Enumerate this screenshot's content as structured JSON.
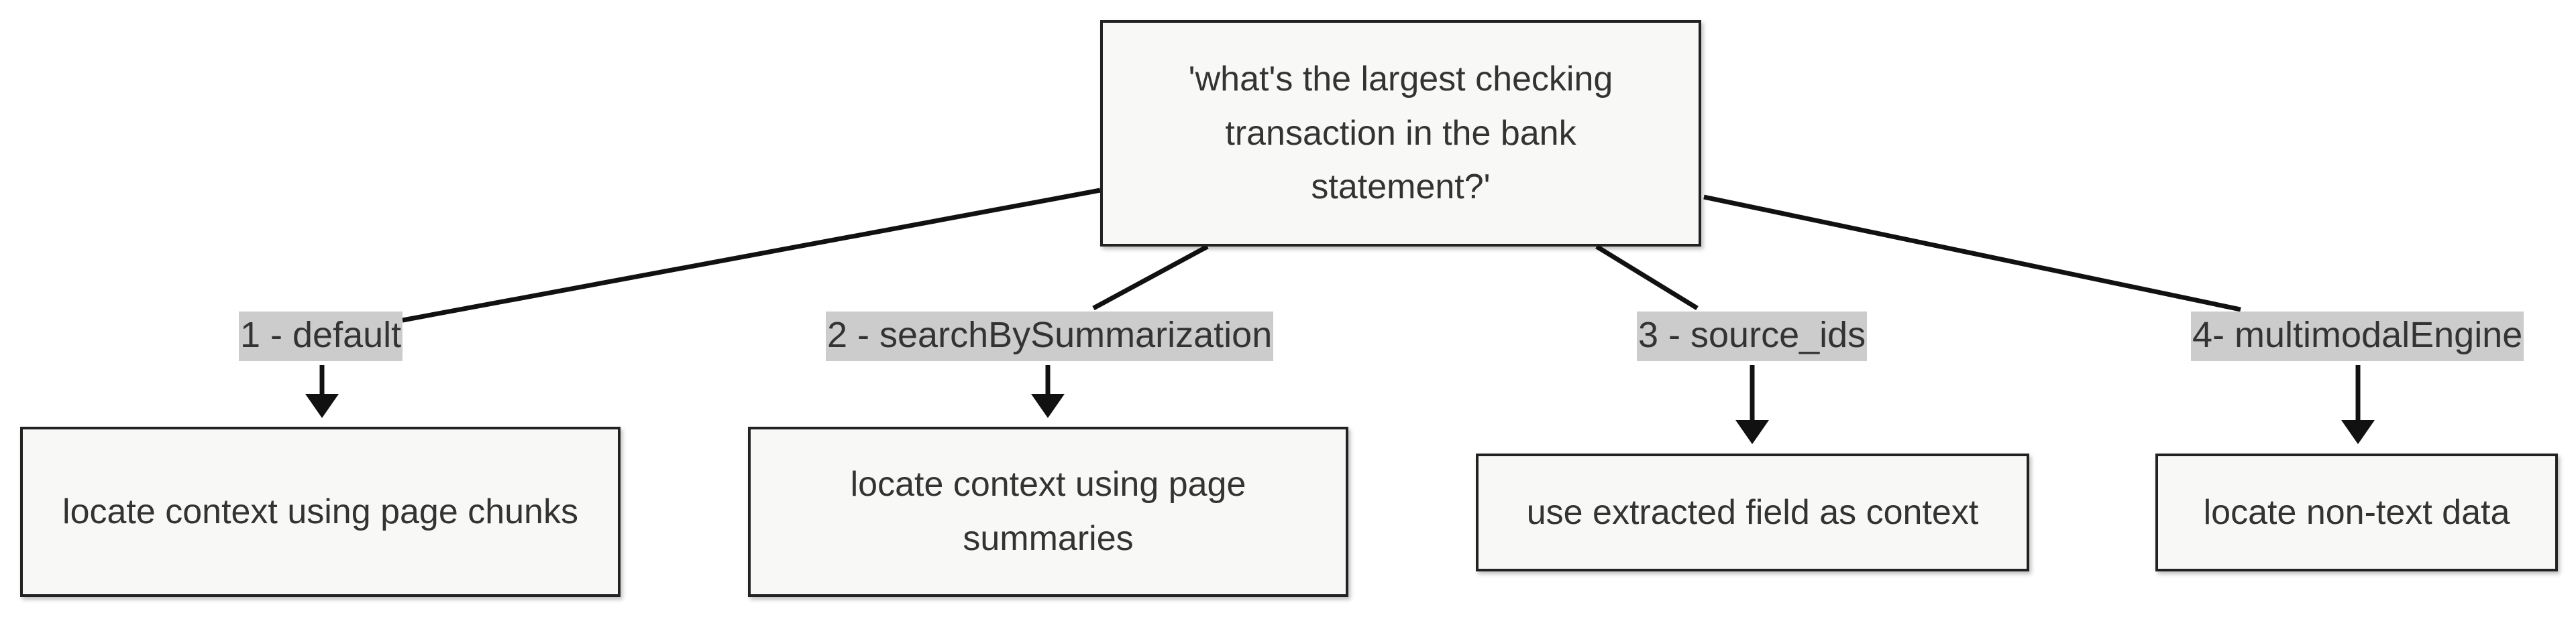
{
  "root": {
    "text": "'what's the largest checking transaction in the bank statement?'"
  },
  "branches": [
    {
      "label": "1 - default",
      "target": "locate context using page chunks"
    },
    {
      "label": "2 - searchBySummarization",
      "target": "locate context using page summaries"
    },
    {
      "label": "3 - source_ids",
      "target": "use extracted field as context"
    },
    {
      "label": "4- multimodalEngine",
      "target": "locate non-text data"
    }
  ]
}
